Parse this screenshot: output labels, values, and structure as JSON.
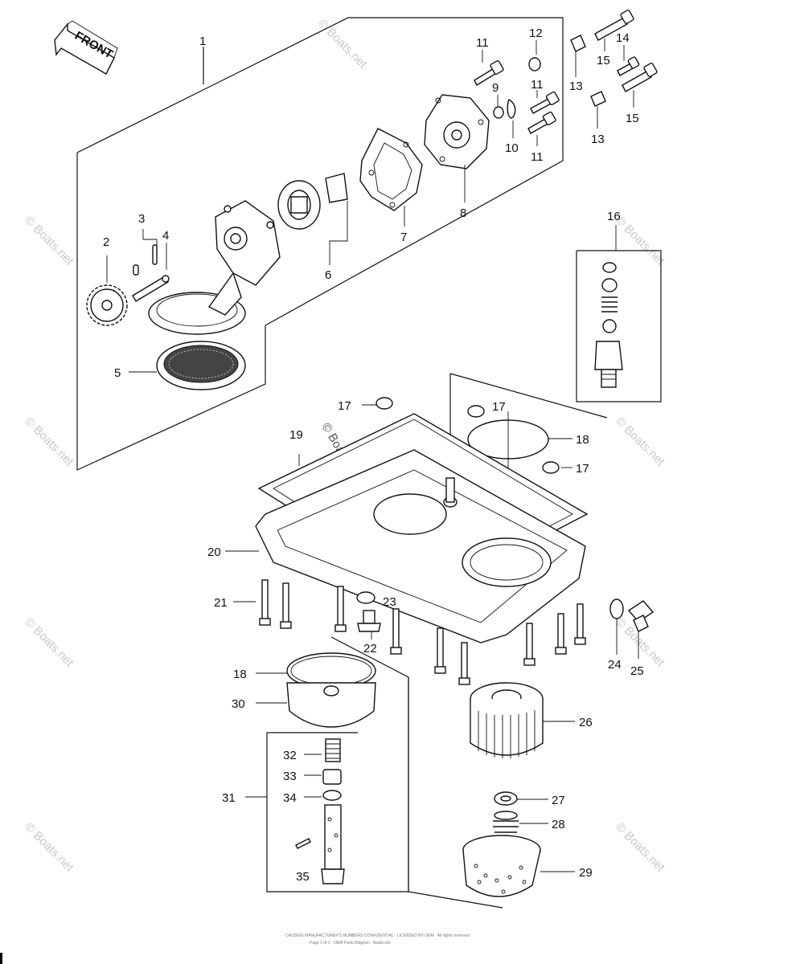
{
  "direction_arrow": {
    "label": "FRONT"
  },
  "watermark": {
    "text": "© Boats.net"
  },
  "callouts": {
    "c1": "1",
    "c2": "2",
    "c3": "3",
    "c4": "4",
    "c5": "5",
    "c6": "6",
    "c7": "7",
    "c8": "8",
    "c9": "9",
    "c10": "10",
    "c11a": "11",
    "c11b": "11",
    "c11c": "11",
    "c12": "12",
    "c13a": "13",
    "c13b": "13",
    "c14": "14",
    "c15a": "15",
    "c15b": "15",
    "c16": "16",
    "c17a": "17",
    "c17b": "17",
    "c17c": "17",
    "c18a": "18",
    "c18b": "18",
    "c19": "19",
    "c20": "20",
    "c21": "21",
    "c22": "22",
    "c23": "23",
    "c24": "24",
    "c25": "25",
    "c26": "26",
    "c27": "27",
    "c28": "28",
    "c29": "29",
    "c30": "30",
    "c31": "31",
    "c32": "32",
    "c33": "33",
    "c34": "34",
    "c35": "35"
  },
  "footer": {
    "line1": "CAUSING MANUFACTURER'S NUMBERS CONFIDENTIAL · LICENSED BY OEM · All rights reserved",
    "line2": "Page 1 of 1 · OEM Parts Diagram · Boats.net"
  }
}
